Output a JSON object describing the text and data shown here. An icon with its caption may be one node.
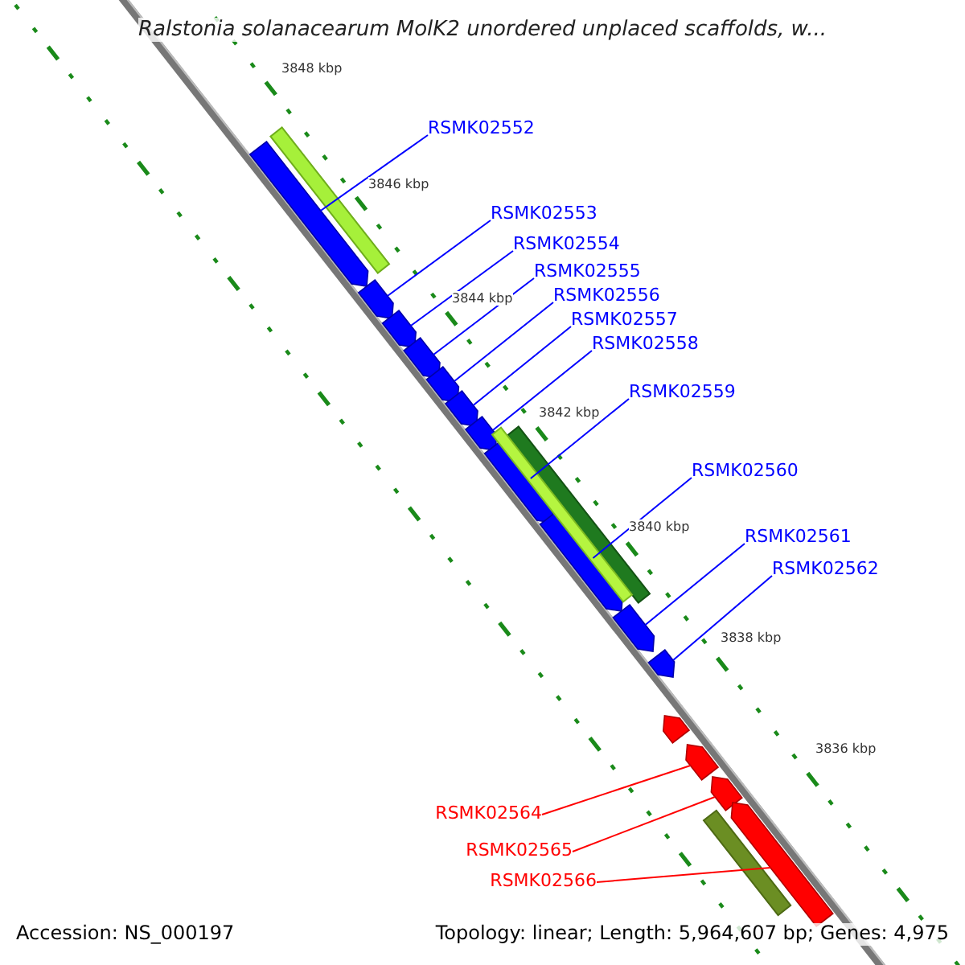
{
  "diagram": {
    "title": "Ralstonia solanacearum MolK2 unordered unplaced scaffolds, w...",
    "nodes": [
      {
        "text": [
          "RSMK02552"
        ]
      },
      {
        "text": [
          "RSMK02553"
        ]
      },
      {
        "text": [
          "RSMK02554"
        ]
      },
      {
        "text": [
          "RSMK02555"
        ]
      },
      {
        "text": [
          "RSMK02556"
        ]
      },
      {
        "text": [
          "RSMK02557"
        ]
      },
      {
        "text": [
          "RSMK02558"
        ]
      },
      {
        "text": [
          "RSMK02559"
        ]
      },
      {
        "text": [
          "RSMK02560"
        ]
      },
      {
        "text": [
          "RSMK02561"
        ]
      },
      {
        "text": [
          "RSMK02562"
        ]
      },
      {
        "text": [
          "RSMK02564"
        ]
      },
      {
        "text": [
          "RSMK02565"
        ]
      },
      {
        "text": [
          "RSMK02566"
        ]
      },
      {
        "text": [],
        "shape": "arrow"
      },
      {
        "text": [],
        "shape": "arrow"
      },
      {
        "text": [],
        "shape": "arrow"
      },
      {
        "text": [],
        "shape": "arrow"
      },
      {
        "text": [],
        "shape": "arrow"
      },
      {
        "text": [],
        "shape": "arrow"
      },
      {
        "text": [],
        "shape": "arrow"
      },
      {
        "text": [],
        "shape": "arrow"
      },
      {
        "text": [],
        "shape": "arrow"
      },
      {
        "text": [],
        "shape": "arrow"
      },
      {
        "text": [],
        "shape": "arrow"
      },
      {
        "text": [],
        "shape": "arrow"
      },
      {
        "text": [],
        "shape": "arrow"
      },
      {
        "text": [],
        "shape": "arrow"
      },
      {
        "text": [],
        "shape": "arrow"
      },
      {
        "text": [],
        "shape": "bar"
      },
      {
        "text": [],
        "shape": "bar"
      },
      {
        "text": [],
        "shape": "bar"
      },
      {
        "text": [],
        "shape": "bar"
      }
    ],
    "edges": [
      {
        "from": 0,
        "to": 14,
        "arrow": "none"
      },
      {
        "from": 1,
        "to": 15,
        "arrow": "none"
      },
      {
        "from": 2,
        "to": 16,
        "arrow": "none"
      },
      {
        "from": 3,
        "to": 17,
        "arrow": "none"
      },
      {
        "from": 4,
        "to": 18,
        "arrow": "none"
      },
      {
        "from": 5,
        "to": 19,
        "arrow": "none"
      },
      {
        "from": 6,
        "to": 20,
        "arrow": "none"
      },
      {
        "from": 7,
        "to": 21,
        "arrow": "none"
      },
      {
        "from": 8,
        "to": 22,
        "arrow": "none"
      },
      {
        "from": 9,
        "to": 23,
        "arrow": "none"
      },
      {
        "from": 10,
        "to": 24,
        "arrow": "none"
      },
      {
        "from": 11,
        "to": 26,
        "arrow": "none",
        "color": "#ff0000"
      },
      {
        "from": 12,
        "to": 27,
        "arrow": "none",
        "color": "#ff0000"
      },
      {
        "from": 13,
        "to": 28,
        "arrow": "none",
        "color": "#ff0000"
      }
    ],
    "labels": [
      "3848 kbp",
      "3846 kbp",
      "3844 kbp",
      "3842 kbp",
      "3840 kbp",
      "3838 kbp",
      "3836 kbp",
      "Accession: NS_000197",
      "Topology: linear; Length: 5,964,607 bp; Genes: 4,975"
    ]
  }
}
